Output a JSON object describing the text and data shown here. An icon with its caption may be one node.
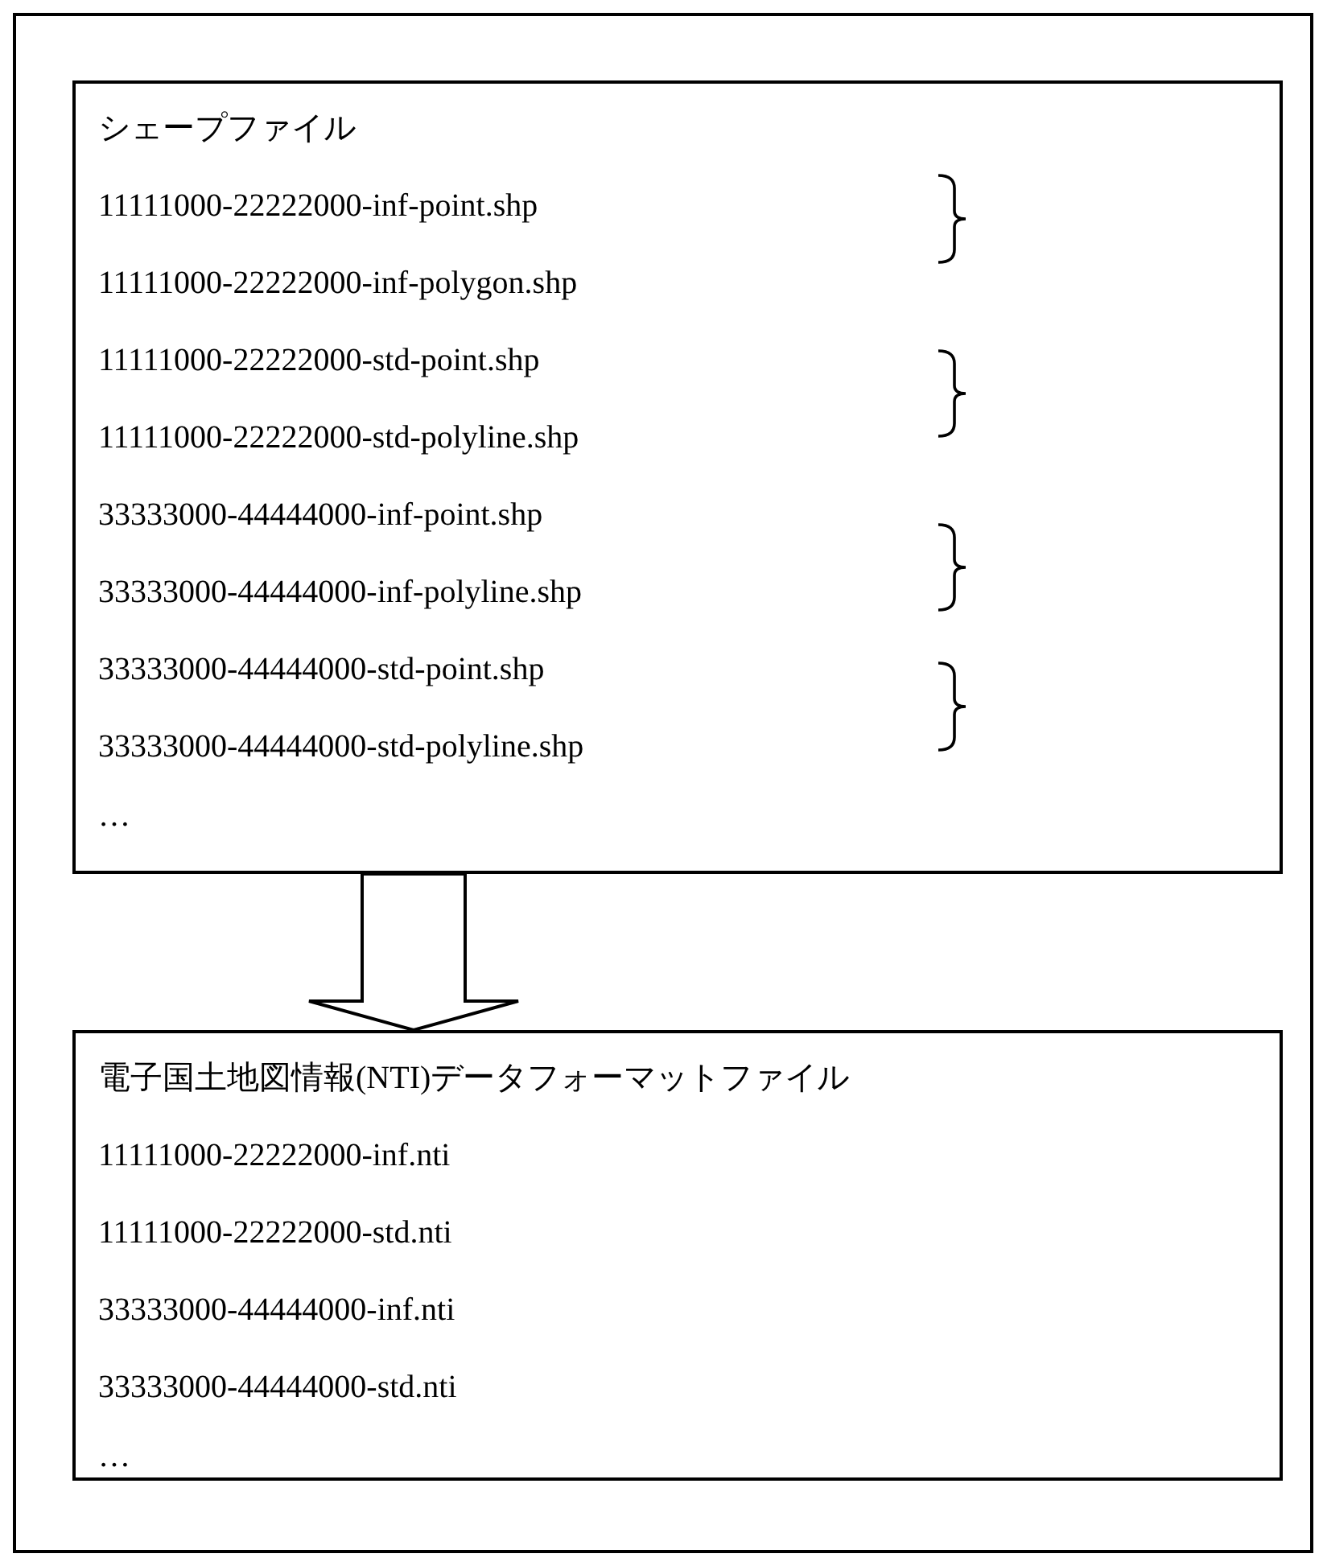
{
  "diagram": {
    "nodes": [
      {
        "text": [],
        "shape": "box"
      },
      {
        "text": [
          "シェープファイル",
          "11111000-22222000-inf-point.shp",
          "11111000-22222000-inf-polygon.shp",
          "11111000-22222000-std-point.shp",
          "11111000-22222000-std-polyline.shp",
          "33333000-44444000-inf-point.shp",
          "33333000-44444000-inf-polyline.shp",
          "33333000-44444000-std-point.shp",
          "33333000-44444000-std-polyline.shp",
          "…"
        ],
        "in": 0
      },
      {
        "text": [
          "電子国土地図情報(NTI)データフォーマットファイル",
          "11111000-22222000-inf.nti",
          "11111000-22222000-std.nti",
          "33333000-44444000-inf.nti",
          "33333000-44444000-std.nti",
          "…"
        ],
        "in": 0
      }
    ],
    "edges": [
      {
        "from": 1,
        "to": 2,
        "arrow": "to"
      }
    ]
  }
}
